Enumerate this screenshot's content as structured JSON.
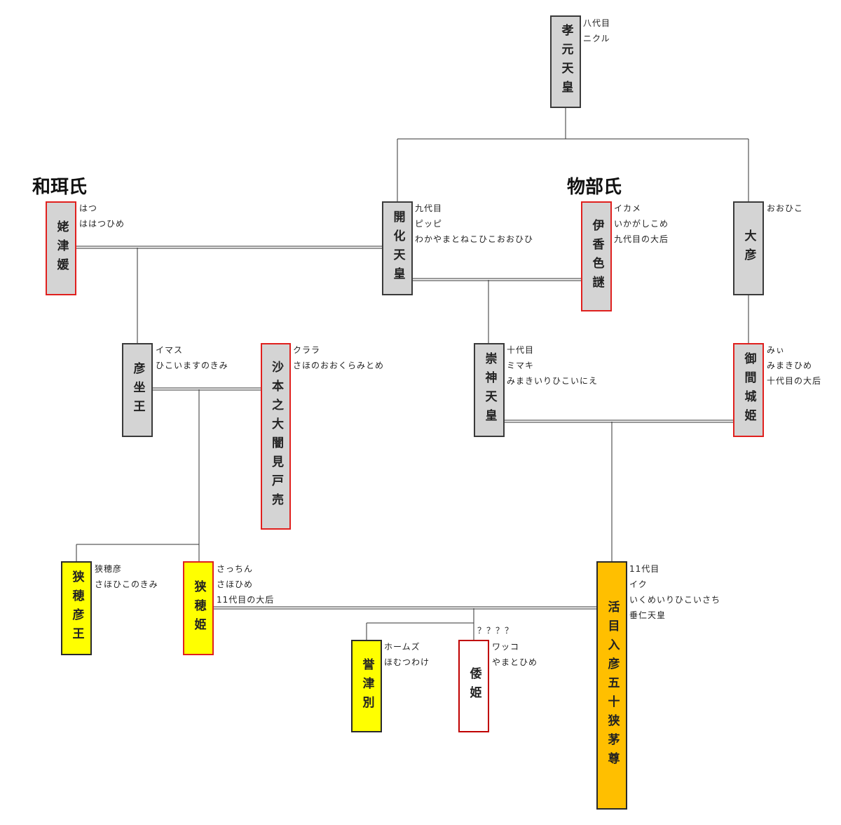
{
  "clans": {
    "wani": "和珥氏",
    "mononobe": "物部氏"
  },
  "people": {
    "kougen": {
      "name": "孝元天皇",
      "notes": [
        "八代目",
        "ニクル"
      ]
    },
    "kaika": {
      "name": "開化天皇",
      "notes": [
        "九代目",
        "ピッピ",
        "わかやまとねこひこおおひひ"
      ]
    },
    "ikagashikome": {
      "name": "伊香色謎",
      "notes": [
        "イカメ",
        "いかがしこめ",
        "九代目の大后"
      ]
    },
    "oohiko": {
      "name": "大彦",
      "notes": [
        "おおひこ"
      ]
    },
    "hahatsu": {
      "name": "姥津媛",
      "notes": [
        "はつ",
        "ははつひめ"
      ]
    },
    "hikoimasu": {
      "name": "彦坐王",
      "notes": [
        "イマス",
        "ひこいますのきみ"
      ]
    },
    "saho_ookurami": {
      "name": "沙本之大闇見戸売",
      "notes": [
        "クララ",
        "さほのおおくらみとめ"
      ]
    },
    "sujin": {
      "name": "崇神天皇",
      "notes": [
        "十代目",
        "ミマキ",
        "みまきいりひこいにえ"
      ]
    },
    "mimaki": {
      "name": "御間城姫",
      "notes": [
        "みぃ",
        "みまきひめ",
        "十代目の大后"
      ]
    },
    "sahohiko": {
      "name": "狭穂彦王",
      "notes": [
        "狭穂彦",
        "さほひこのきみ"
      ]
    },
    "sahohime": {
      "name": "狭穂姫",
      "notes": [
        "さっちん",
        "さほひめ",
        "11代目の大后"
      ]
    },
    "ikume": {
      "name": "活目入彦五十狭茅尊",
      "notes": [
        "11代目",
        "イク",
        "いくめいりひこいさち",
        "垂仁天皇"
      ]
    },
    "homutsu": {
      "name": "誉津別",
      "notes": [
        "ホームズ",
        "ほむつわけ"
      ]
    },
    "yamatohime": {
      "name": "倭姫",
      "notes": [
        "ワッコ",
        "やまとひめ"
      ]
    }
  },
  "annotations": {
    "unknown": "？？？？"
  },
  "colors": {
    "gray": "#d4d4d4",
    "red_border": "#e0201e",
    "yellow": "#ffff00",
    "orange": "#ffbf00"
  }
}
